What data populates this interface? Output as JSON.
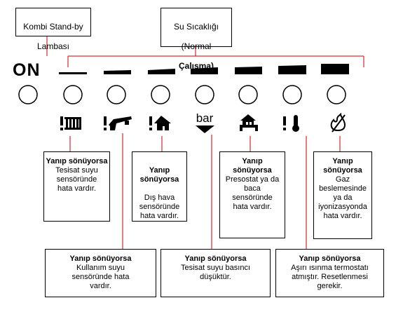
{
  "standby_box": {
    "label_line1": "Kombi Stand-by",
    "label_line2": "Lambası"
  },
  "water_temp_box": {
    "label_line1": "Su Sıcaklığı",
    "label_line2": "(Normal",
    "label_line3": "Çalışma)"
  },
  "on_label": "ON",
  "icons": [
    "radiator-fault-icon",
    "tap-fault-icon",
    "house-fault-icon",
    "bar-pressure-icon",
    "chimney-pressure-icon",
    "thermometer-fault-icon",
    "flame-off-icon"
  ],
  "bar_icon_text": "bar",
  "info_boxes": {
    "heating_sensor": {
      "header": "Yanıp sönüyorsa",
      "body": "Tesisat suyu\nsensöründe\nhata vardır."
    },
    "outdoor_sensor": {
      "header": "Yanıp\nsönüyorsa",
      "body": "Dış hava\nsensöründe\nhata vardır."
    },
    "pressostat": {
      "header": "Yanıp\nsönüyorsa",
      "body": "Presostat ya da\nbaca\nsensöründe\nhata vardır."
    },
    "gas": {
      "header": "Yanıp\nsönüyorsa",
      "body": "Gaz\nbeslemesinde\nya da\niyonizasyonda\nhata vardır."
    },
    "dhw_sensor": {
      "header": "Yanıp sönüyorsa",
      "body": "Kullanım suyu\nsensöründe hata\nvardır."
    },
    "low_pressure": {
      "header": "Yanıp sönüyorsa",
      "body": "Tesisat suyu basıncı\ndüşüktür."
    },
    "overheat": {
      "header": "Yanıp sönüyorsa",
      "body": "Aşırı ısınma termostatı\natmıştır. Resetlenmesi\ngerekir."
    }
  },
  "colors": {
    "line": "#cc0000",
    "ink": "#000000"
  }
}
